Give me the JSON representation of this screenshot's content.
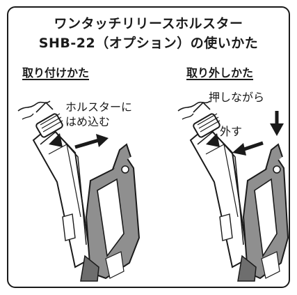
{
  "title": {
    "line1": "ワンタッチリリースホルスター",
    "line2": "SHB-22（オプション）の使いかた"
  },
  "sections": {
    "attach": {
      "heading": "取り付けかた",
      "note_line1": "ホルスターに",
      "note_line2": "はめ込む"
    },
    "detach": {
      "heading": "取り外しかた",
      "note_press": "押しながら",
      "note_remove": "外す"
    }
  },
  "colors": {
    "ink": "#1a1a1a",
    "holster_fill": "#8f8f8f",
    "holster_dark": "#6e6e6e",
    "device_fill": "#ffffff"
  },
  "icons": [
    "arrow-right-icon",
    "arrow-left-icon",
    "arrow-down-icon"
  ]
}
